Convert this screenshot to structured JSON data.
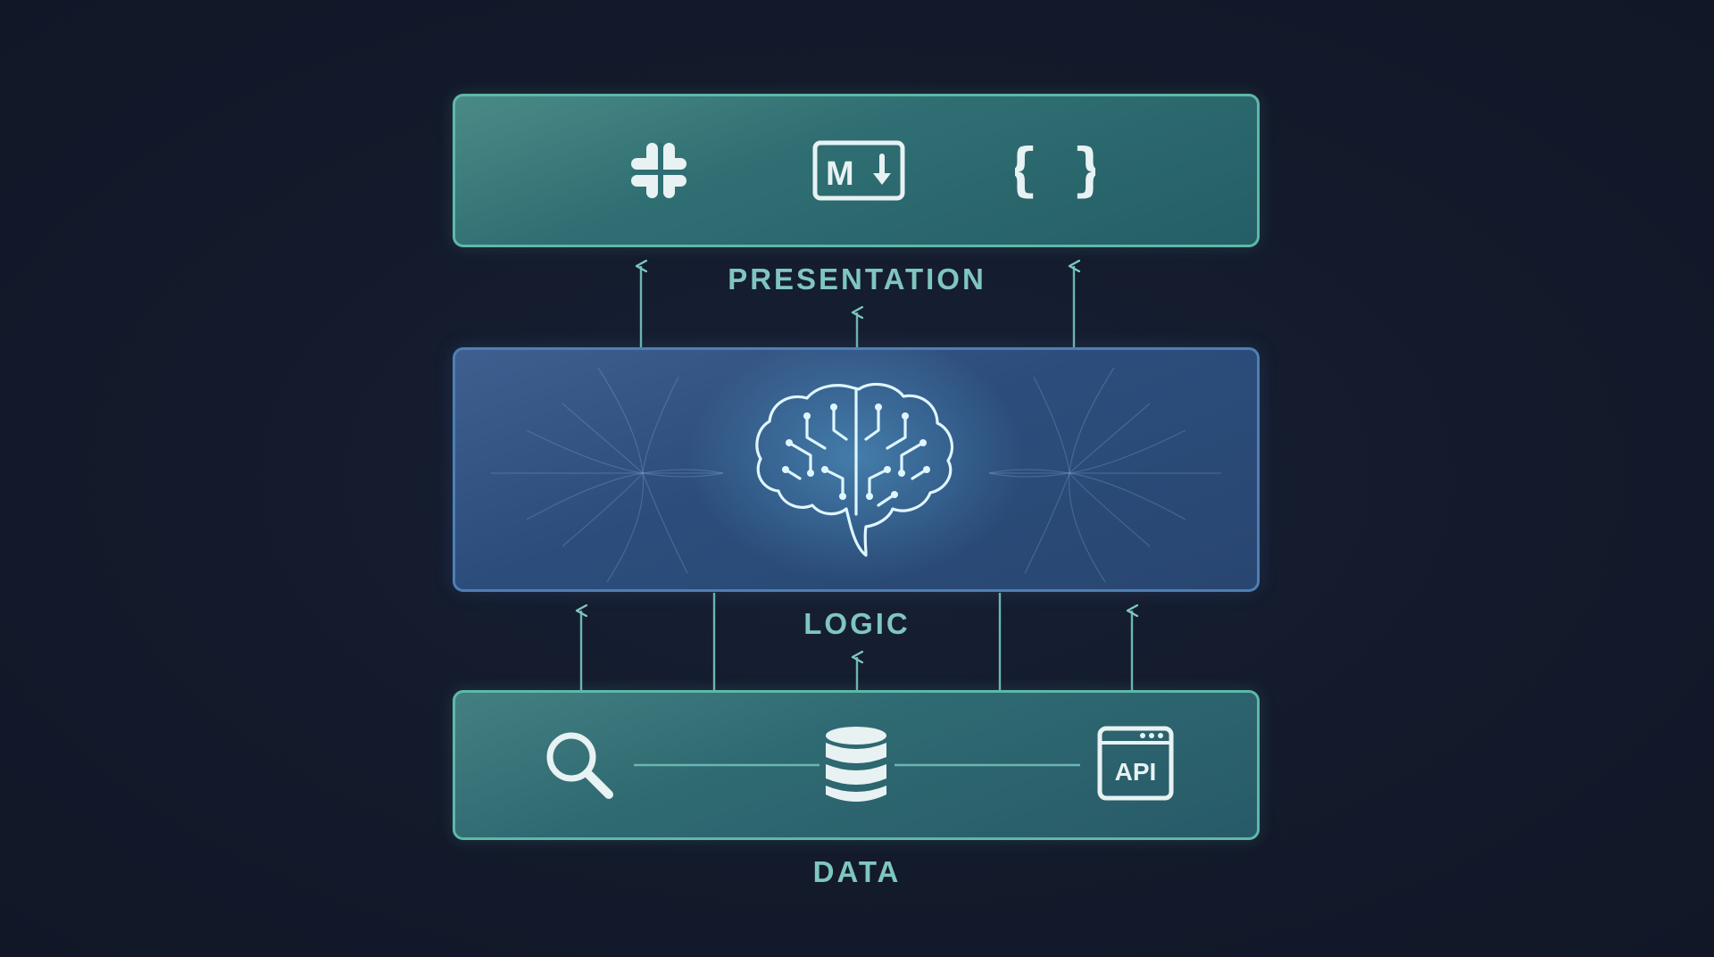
{
  "layers": {
    "presentation": {
      "label": "PRESENTATION",
      "icons": [
        "slack-icon",
        "markdown-icon",
        "curly-braces-icon"
      ]
    },
    "logic": {
      "label": "LOGIC",
      "icons": [
        "brain-circuit-icon"
      ]
    },
    "data": {
      "label": "DATA",
      "icons": [
        "search-icon",
        "database-icon",
        "api-icon"
      ],
      "api_text": "API"
    }
  },
  "markdown_text": "M",
  "braces_text": "{ }",
  "colors": {
    "background": "#131a2b",
    "teal_border": "#5fb8a8",
    "blue_border": "#4f7fb2",
    "label": "#7fc6c0",
    "icon": "#e8f2f2"
  }
}
